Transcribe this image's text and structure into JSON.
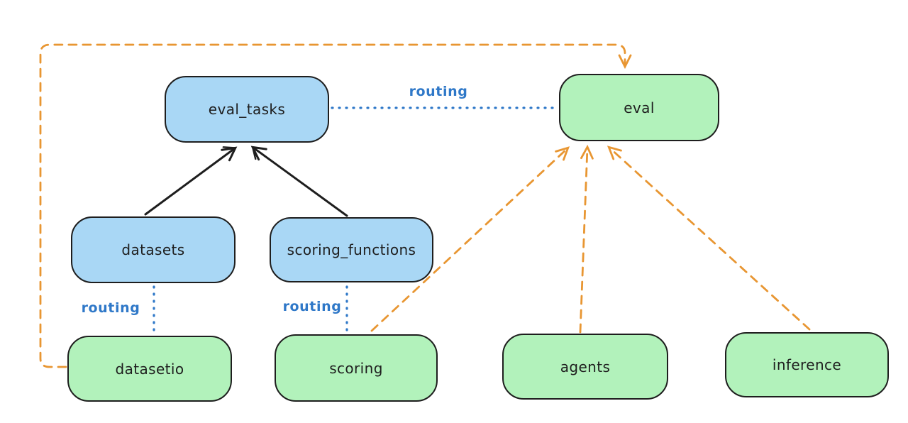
{
  "diagram": {
    "colors": {
      "background": "#ffffff",
      "node_border": "#1e1e1e",
      "api_node_fill_blue": "#a9d7f5",
      "provider_node_fill_green": "#b2f2bb",
      "routing_line_blue": "#2f78c8",
      "dashed_arrow_orange": "#e89632",
      "solid_arrow_black": "#1e1e1e"
    },
    "nodes": {
      "eval_tasks": {
        "label": "eval_tasks",
        "fill": "blue"
      },
      "eval": {
        "label": "eval",
        "fill": "green"
      },
      "datasets": {
        "label": "datasets",
        "fill": "blue"
      },
      "scoring_functions": {
        "label": "scoring_functions",
        "fill": "blue"
      },
      "datasetio": {
        "label": "datasetio",
        "fill": "green"
      },
      "scoring": {
        "label": "scoring",
        "fill": "green"
      },
      "agents": {
        "label": "agents",
        "fill": "green"
      },
      "inference": {
        "label": "inference",
        "fill": "green"
      }
    },
    "edges": [
      {
        "id": "datasets-to-eval_tasks",
        "from": "datasets",
        "to": "eval_tasks",
        "style": "solid",
        "color": "black",
        "arrow": true,
        "label": ""
      },
      {
        "id": "scoring_functions-to-eval_tasks",
        "from": "scoring_functions",
        "to": "eval_tasks",
        "style": "solid",
        "color": "black",
        "arrow": true,
        "label": ""
      },
      {
        "id": "eval_tasks-eval-routing",
        "from": "eval_tasks",
        "to": "eval",
        "style": "dotted",
        "color": "blue",
        "arrow": false,
        "label": "routing"
      },
      {
        "id": "datasets-datasetio-routing",
        "from": "datasets",
        "to": "datasetio",
        "style": "dotted",
        "color": "blue",
        "arrow": false,
        "label": "routing"
      },
      {
        "id": "scoring_functions-scoring-routing",
        "from": "scoring_functions",
        "to": "scoring",
        "style": "dotted",
        "color": "blue",
        "arrow": false,
        "label": "routing"
      },
      {
        "id": "datasetio-to-eval",
        "from": "datasetio",
        "to": "eval",
        "style": "dashed",
        "color": "orange",
        "arrow": true,
        "label": ""
      },
      {
        "id": "scoring-to-eval",
        "from": "scoring",
        "to": "eval",
        "style": "dashed",
        "color": "orange",
        "arrow": true,
        "label": ""
      },
      {
        "id": "agents-to-eval",
        "from": "agents",
        "to": "eval",
        "style": "dashed",
        "color": "orange",
        "arrow": true,
        "label": ""
      },
      {
        "id": "inference-to-eval",
        "from": "inference",
        "to": "eval",
        "style": "dashed",
        "color": "orange",
        "arrow": true,
        "label": ""
      }
    ]
  }
}
